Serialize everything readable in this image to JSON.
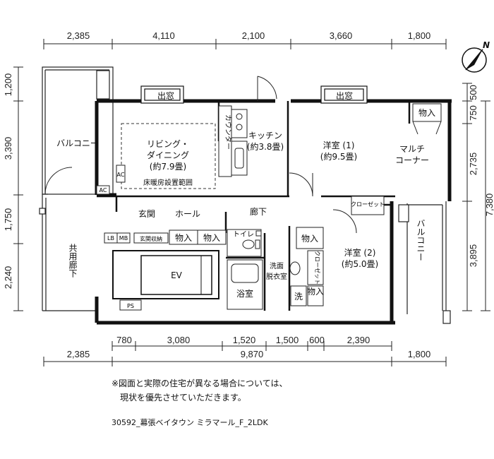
{
  "dimensions": {
    "top": [
      "2,385",
      "4,110",
      "2,100",
      "3,660",
      "1,800"
    ],
    "left": [
      "1,200",
      "3,390",
      "1,750",
      "2,240"
    ],
    "right_inner": [
      "500",
      "750",
      "2,735",
      "3,895"
    ],
    "right_outer": "7,380",
    "bottom_upper": [
      "780",
      "3,080",
      "1,520",
      "1,500",
      "600",
      "2,390"
    ],
    "bottom_lower": [
      "2,385",
      "9,870",
      "1,800"
    ]
  },
  "compass": {
    "label": "N"
  },
  "rooms": {
    "balcony_west": "バルコニー",
    "living_l1": "リビング・",
    "living_l2": "ダイニング",
    "living_l3": "(約7.9畳)",
    "floor_heating": "床暖房設置範囲",
    "kitchen_l1": "キッチン",
    "kitchen_l2": "(約3.8畳)",
    "counter": "カウンター",
    "window_left": "出窓",
    "window_right": "出窓",
    "western1_l1": "洋室 (1)",
    "western1_l2": "(約9.5畳)",
    "multi_l1": "マルチ",
    "multi_l2": "コーナー",
    "storage_ne": "物入",
    "closet": "クローゼット",
    "entrance": "玄関",
    "hall": "ホール",
    "corridor": "廊下",
    "shoe_storage": "玄関収納",
    "storage_a": "物入",
    "storage_b": "物入",
    "toilet": "トイレ",
    "storage_c": "物入",
    "western2_l1": "洋室 (2)",
    "western2_l2": "(約5.0畳)",
    "closet2": "クローゼット",
    "washroom_l1": "洗面",
    "washroom_l2": "脱衣室",
    "bath": "浴室",
    "washer": "洗",
    "storage_d": "物入",
    "ev": "EV",
    "ps": "PS",
    "common_corridor": "共用廊下",
    "balcony_east": "バルコニー",
    "ac1": "AC",
    "ac2": "AC",
    "lb": "LB",
    "mb": "MB"
  },
  "notes": {
    "line1": "※図面と実際の住宅が異なる場合については、",
    "line2": "現状を優先させていただきます。"
  },
  "caption": "30592_幕張ベイタウン ミラマール_F_2LDK"
}
